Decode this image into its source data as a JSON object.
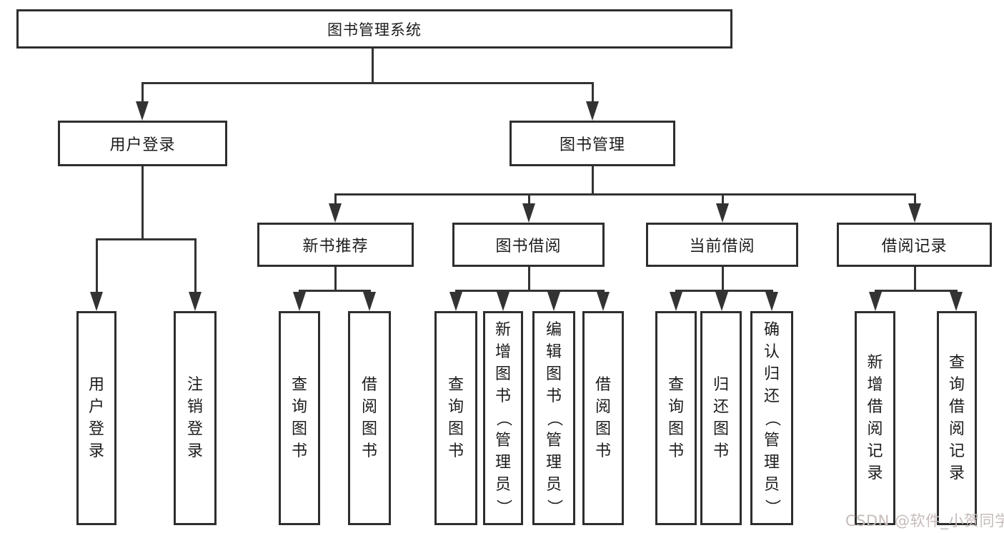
{
  "diagram": {
    "root_label": "图书管理系统",
    "level2": {
      "user_login": "用户登录",
      "book_mgmt": "图书管理"
    },
    "level3": {
      "new_book": "新书推荐",
      "book_borrow": "图书借阅",
      "current_borrow": "当前借阅",
      "borrow_record": "借阅记录"
    },
    "leaves": {
      "user_login_children": [
        "用户登录",
        "注销登录"
      ],
      "new_book_children": [
        "查询图书",
        "借阅图书"
      ],
      "book_borrow_children": [
        "查询图书",
        "新增图书（管理员）",
        "编辑图书（管理员）",
        "借阅图书"
      ],
      "current_borrow_children": [
        "查询图书",
        "归还图书",
        "确认归还（管理员）"
      ],
      "borrow_record_children": [
        "新增借阅记录",
        "查询借阅记录"
      ]
    }
  },
  "watermark": "CSDN @软件_小贺同学",
  "colors": {
    "background": "#ffffff",
    "box_border": "#2e2e2e",
    "connector_line": "#333333",
    "text": "#1c1c1c",
    "watermark": "#c6bcba"
  }
}
